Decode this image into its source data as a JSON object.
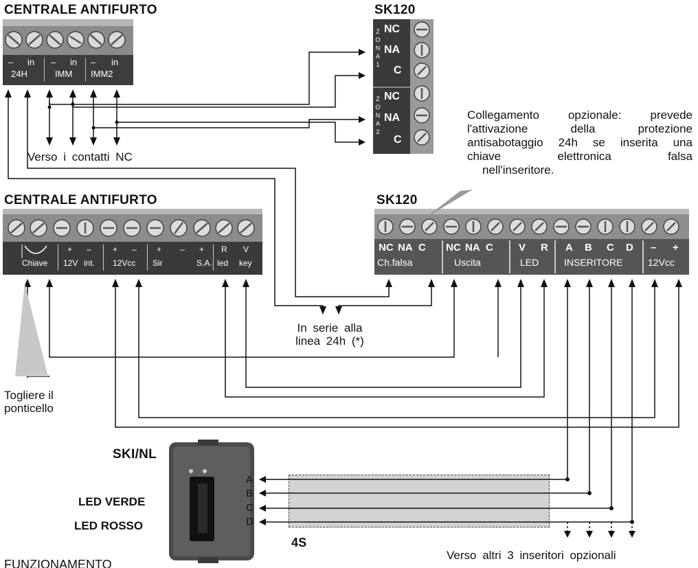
{
  "titles": {
    "centrale_top": "CENTRALE ANTIFURTO",
    "centrale_mid": "CENTRALE ANTIFURTO",
    "sk120_top": "SK120",
    "sk120_mid": "SK120",
    "ski_nl": "SKI/NL",
    "bus_4s": "4S",
    "funzionamento": "FUNZIONAMENTO"
  },
  "centrale_top_terminals": {
    "signs": [
      "–",
      "in",
      "–",
      "in",
      "–",
      "in"
    ],
    "groups": [
      "24H",
      "IMM",
      "IMM2"
    ]
  },
  "sk120_top_terminals": {
    "zone1_letters": [
      "Z",
      "O",
      "N",
      "A",
      "1"
    ],
    "zone2_letters": [
      "Z",
      "O",
      "N",
      "A",
      "2"
    ],
    "labels": [
      "NC",
      "NA",
      "C",
      "NC",
      "NA",
      "C"
    ]
  },
  "centrale_mid_terminals": {
    "signs": [
      "+",
      "–",
      "+",
      "–",
      "+",
      "–",
      "+",
      "R",
      "V"
    ],
    "groups": [
      "Chiave",
      "12V",
      "int.",
      "12Vcc",
      "Sir",
      "S.A.",
      "led",
      "key"
    ]
  },
  "sk120_mid_terminals": {
    "top_row": [
      "NC",
      "NA",
      "C",
      "NC",
      "NA",
      "C",
      "V",
      "R",
      "A",
      "B",
      "C",
      "D",
      "–",
      "+"
    ],
    "bottom_row": [
      "Ch.falsa",
      "Uscita",
      "LED",
      "INSERITORE",
      "12Vcc"
    ]
  },
  "captions": {
    "verso_nc": "Verso i contatti NC",
    "in_serie_1": "In serie alla",
    "in_serie_2": "linea 24h (*)",
    "togliere_1": "Togliere il",
    "togliere_2": "ponticello",
    "verso_altri": "Verso altri 3 inseritori opzionali"
  },
  "note": {
    "line1": "Collegamento opzionale: prevede",
    "line2": "l'attivazione della protezione",
    "line3": "antisabotaggio 24h se inserita una",
    "line4": "chiave elettronica falsa",
    "line5": "nell'inseritore."
  },
  "device_labels": {
    "led_verde": "LED VERDE",
    "led_rosso": "LED ROSSO"
  },
  "bus_lines": [
    "A",
    "B",
    "C",
    "D"
  ]
}
